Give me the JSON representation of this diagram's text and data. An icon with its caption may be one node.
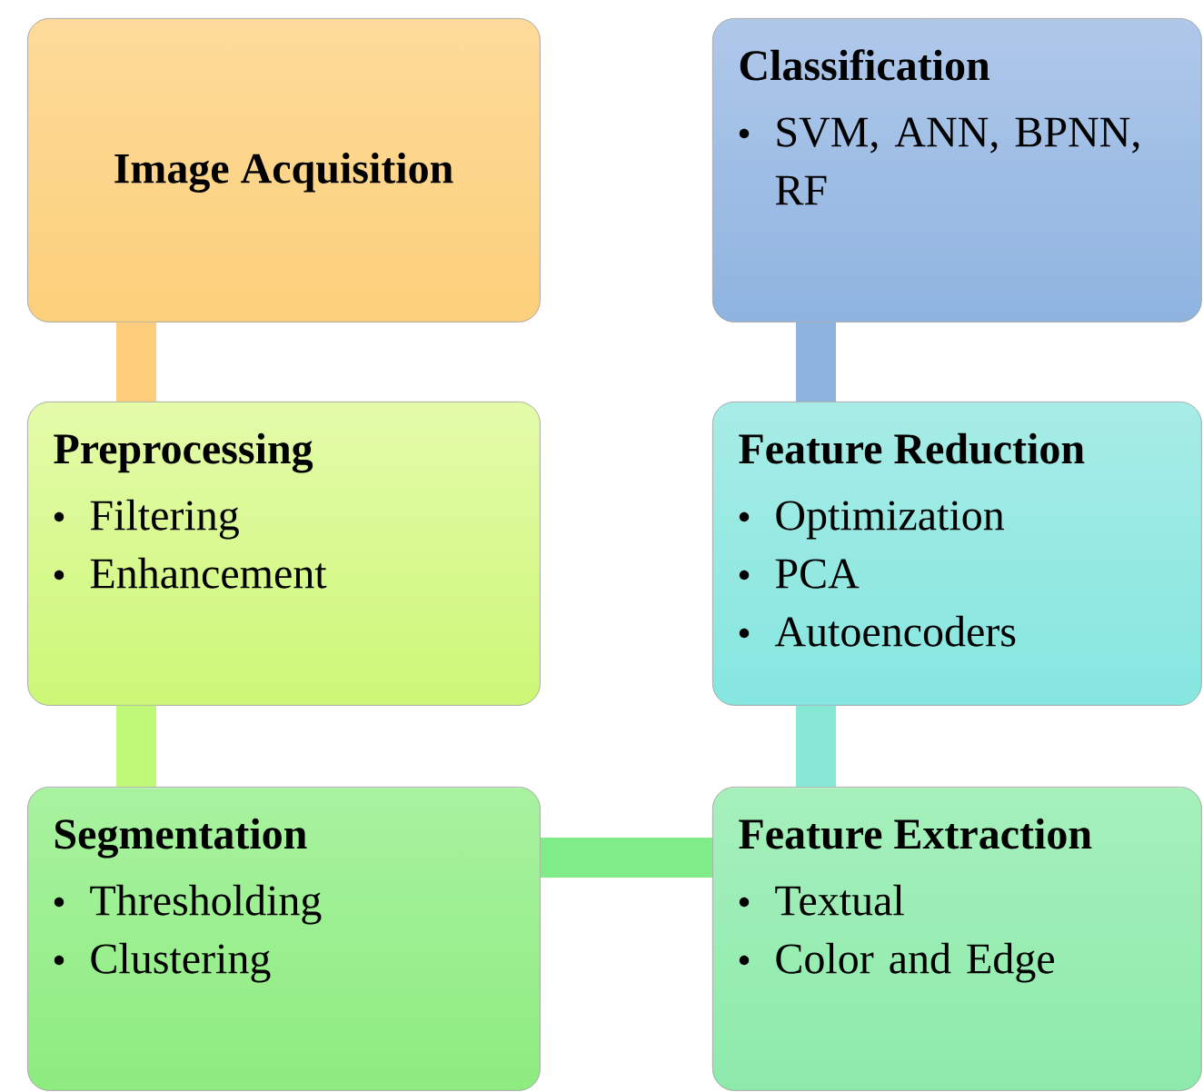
{
  "diagram": {
    "nodes": [
      {
        "text": [
          "Image Acquisition"
        ]
      },
      {
        "text": [
          "Classification",
          "SVM, ANN, BPNN, RF"
        ]
      },
      {
        "text": [
          "Preprocessing",
          "Filtering",
          "Enhancement"
        ]
      },
      {
        "text": [
          "Feature Reduction",
          "Optimization",
          "PCA",
          "Autoencoders"
        ]
      },
      {
        "text": [
          "Segmentation",
          "Thresholding",
          "Clustering"
        ]
      },
      {
        "text": [
          "Feature Extraction",
          "Textual",
          "Color and Edge"
        ]
      }
    ],
    "edges": [
      {
        "from": 0,
        "to": 2,
        "arrow": "none",
        "color": "#fdcd7c"
      },
      {
        "from": 2,
        "to": 4,
        "arrow": "none",
        "color": "#c0f878"
      },
      {
        "from": 4,
        "to": 5,
        "arrow": "none",
        "color": "#80ec88"
      },
      {
        "from": 5,
        "to": 3,
        "arrow": "none",
        "color": "#88e8d6"
      },
      {
        "from": 3,
        "to": 1,
        "arrow": "none",
        "color": "#8fb4e0"
      }
    ]
  }
}
